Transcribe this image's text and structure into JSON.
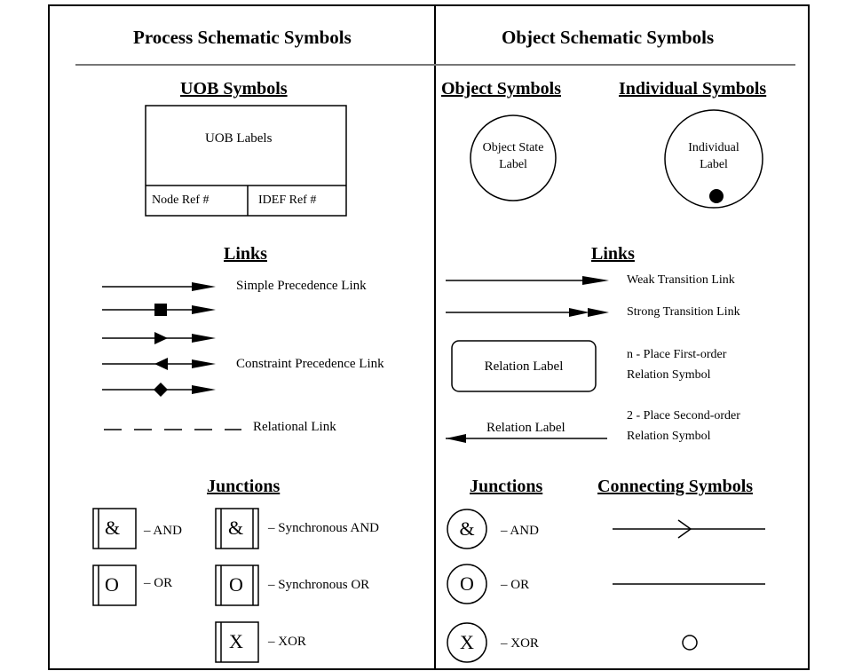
{
  "header": {
    "process_title": "Process Schematic Symbols",
    "object_title": "Object Schematic Symbols"
  },
  "process": {
    "uob_title": "UOB Symbols",
    "uob_box": {
      "label": "UOB Labels",
      "node_ref": "Node Ref #",
      "idef_ref": "IDEF Ref #"
    },
    "links_title": "Links",
    "links": {
      "simple_precedence": "Simple Precedence Link",
      "constraint_precedence": "Constraint Precedence Link",
      "relational": "Relational Link"
    },
    "junctions_title": "Junctions",
    "junctions": [
      {
        "glyph": "&",
        "label": "– AND"
      },
      {
        "glyph": "O",
        "label": "– OR"
      },
      {
        "glyph": "&",
        "label": "– Synchronous AND"
      },
      {
        "glyph": "O",
        "label": "– Synchronous OR"
      },
      {
        "glyph": "X",
        "label": "– XOR"
      }
    ]
  },
  "object": {
    "object_symbols_title": "Object Symbols",
    "individual_symbols_title": "Individual Symbols",
    "object_state_label": [
      "Object State",
      "Label"
    ],
    "individual_label": [
      "Individual",
      "Label"
    ],
    "links_title": "Links",
    "links": {
      "weak_transition": "Weak Transition Link",
      "strong_transition": "Strong Transition Link",
      "relation_label_box": "Relation Label",
      "n_place": [
        "n - Place First-order",
        "Relation Symbol"
      ],
      "relation_label_line": "Relation Label",
      "two_place": [
        "2 - Place Second-order",
        "Relation Symbol"
      ]
    },
    "junctions_title": "Junctions",
    "connecting_title": "Connecting Symbols",
    "junctions": [
      {
        "glyph": "&",
        "label": "– AND"
      },
      {
        "glyph": "O",
        "label": "– OR"
      },
      {
        "glyph": "X",
        "label": "– XOR"
      }
    ]
  }
}
